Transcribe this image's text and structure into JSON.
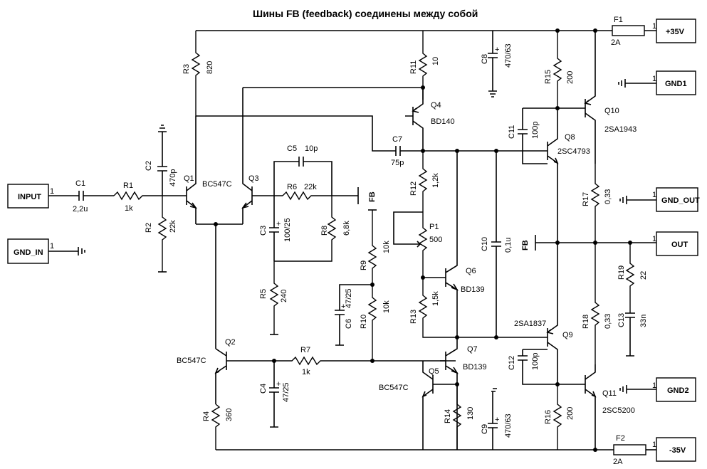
{
  "title": "Шины FB (feedback) соединены между собой",
  "ports": {
    "input": "INPUT",
    "gnd_in": "GND_IN",
    "p35v": "+35V",
    "m35v": "-35V",
    "gnd1": "GND1",
    "gnd_out": "GND_OUT",
    "out": "OUT",
    "gnd2": "GND2",
    "pin": "1"
  },
  "fb": "FB",
  "fuses": {
    "f1": "F1",
    "f1v": "2A",
    "f2": "F2",
    "f2v": "2A"
  },
  "components": {
    "c1": "C1",
    "c1v": "2,2u",
    "r1": "R1",
    "r1v": "1k",
    "c2": "C2",
    "c2v": "470p",
    "r2": "R2",
    "r2v": "22k",
    "q1": "Q1",
    "q1t": "BC547C",
    "q3": "Q3",
    "q2": "Q2",
    "q2t": "BC547C",
    "r3": "R3",
    "r3v": "820",
    "r4": "R4",
    "r4v": "360",
    "c5": "C5",
    "c5v": "10p",
    "r6": "R6",
    "r6v": "22k",
    "c3": "C3",
    "c3v": "100/25",
    "r8": "R8",
    "r8v": "6,8k",
    "r5": "R5",
    "r5v": "240",
    "r7": "R7",
    "r7v": "1k",
    "c4": "C4",
    "c4v": "47/25",
    "r9": "R9",
    "r9v": "10k",
    "r10": "R10",
    "r10v": "10k",
    "c6": "C6",
    "c6v": "47/25",
    "r11": "R11",
    "r11v": "10",
    "q4": "Q4",
    "q4t": "BD140",
    "c7": "C7",
    "c7v": "75p",
    "r12": "R12",
    "r12v": "1,2k",
    "p1": "P1",
    "p1v": "500",
    "q6": "Q6",
    "q6t": "BD139",
    "r13": "R13",
    "r13v": "1,5k",
    "q7": "Q7",
    "q7t": "BD139",
    "q5": "Q5",
    "q5t": "BC547C",
    "r14": "R14",
    "r14v": "130",
    "c8": "C8",
    "c8v": "470/63",
    "c9": "C9",
    "c9v": "470/63",
    "c10": "C10",
    "c10v": "0,1u",
    "r15": "R15",
    "r15v": "200",
    "c11": "C11",
    "c11v": "100p",
    "q8": "Q8",
    "q8t": "2SC4793",
    "q10": "Q10",
    "q10t": "2SA1943",
    "q9": "Q9",
    "q9t": "2SA1837",
    "c12": "C12",
    "c12v": "100p",
    "r16": "R16",
    "r16v": "200",
    "q11": "Q11",
    "q11t": "2SC5200",
    "r17": "R17",
    "r17v": "0,33",
    "r18": "R18",
    "r18v": "0,33",
    "r19": "R19",
    "r19v": "22",
    "c13": "C13",
    "c13v": "33n"
  }
}
